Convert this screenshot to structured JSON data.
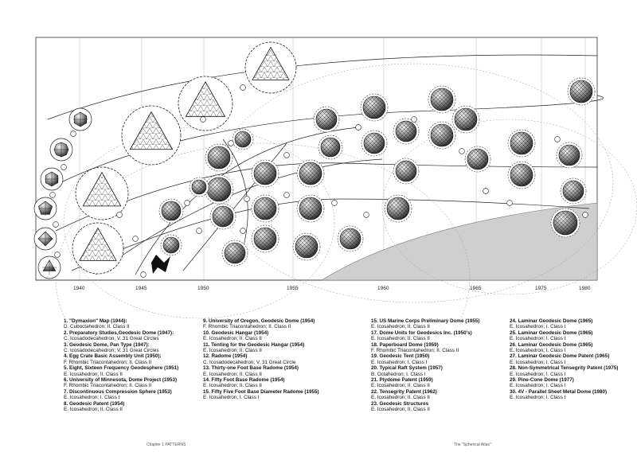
{
  "years": [
    "1940",
    "1945",
    "1950",
    "1955",
    "1960",
    "1965",
    "1975",
    "1980"
  ],
  "legend": {
    "columns": [
      [
        {
          "title": "1. \"Dymaxion\" Map (1944):",
          "sub": "D. Cuboctahedron; II. Class II"
        },
        {
          "title": "2. Preparatory Studies,Geodesic Dome (1947):",
          "sub": "C. Icosadodecahedron; V. 31 Great Circles"
        },
        {
          "title": "3. Geodesic Dome, Pan Type (1947):",
          "sub": "C. Icosadodecahedron; V. 31 Great Circles"
        },
        {
          "title": "4. Egg Crate Basic Assembly Unit (1950):",
          "sub": "F. Rhombic Triacontahedron; II. Class II"
        },
        {
          "title": "5. Eight, Sixteen Frequency Geodesphere (1951)",
          "sub": "E. Icosahedron; II. Class II"
        },
        {
          "title": "6. University of Minnesota, Dome Project (1953)",
          "sub": "F. Rhombic Triacontahedron; II. Class II"
        },
        {
          "title": "7. Discontinuous Compression Sphere (1953)",
          "sub": "E. Icosahedron; I. Class I"
        },
        {
          "title": "8. Geodesic Patent (1954)",
          "sub": "E. Icosahedron; II. Class II"
        }
      ],
      [
        {
          "title": "9. University of Oregon, Geodesic Dome (1954)",
          "sub": "F. Rhombic Triacontahedron; II. Class II"
        },
        {
          "title": "10. Geodesic Hangar (1954)",
          "sub": "E. Icosahedron; II. Class II"
        },
        {
          "title": "11. Tenting for the Geodesic Hangar (1954)",
          "sub": "E. Icosahedron; II. Class II"
        },
        {
          "title": "12. Radome (1954)",
          "sub": "C. Icosadodecahedron; V. 31 Great Circle"
        },
        {
          "title": "13. Thirty-one Foot Base Radome (1954)",
          "sub": "E. Icosahedron; II. Class II"
        },
        {
          "title": "14. Fifty Foot Base Radome (1954)",
          "sub": "E. Icosahedron; II. Class II"
        },
        {
          "title": "15. Fifty Five Foot Base Diameter Radome (1955)",
          "sub": "E. Icosahedron; I. Class I"
        }
      ],
      [
        {
          "title": "15. US Marine Corps Preliminary Dome (1955)",
          "sub": "E. Icosahedron; II. Class II"
        },
        {
          "title": "17. Dome Units for Geodesics Inc. (1950's)",
          "sub": "E. Icosahedron; II. Class II"
        },
        {
          "title": "18. Paperboard Dome (1959)",
          "sub": "F. Rhombic Triacontahedron; II. Class II"
        },
        {
          "title": "19. Geodesic Tent (1950)",
          "sub": "E. Icosahedron; I. Class I"
        },
        {
          "title": "20. Typical Raft System (1957)",
          "sub": "B. Octahedron; I. Class I"
        },
        {
          "title": "21. Plydome Patent (1959)",
          "sub": "E. Icosahedron; II. Class II"
        },
        {
          "title": "22. Tensegrity Patent (1962)",
          "sub": "E. Icosahedron; II. Class II"
        },
        {
          "title": "23. Geodesic Structures",
          "sub": "E. Icosahedron; II. Class II"
        }
      ],
      [
        {
          "title": "24. Laminar Geodesic Dome (1965)",
          "sub": "E. Icosahedron; I. Class I"
        },
        {
          "title": "25. Laminar Geodesic Dome (1965)",
          "sub": "E. Icosahedron; I. Class I"
        },
        {
          "title": "26. Laminar Geodesic Dome (1965)",
          "sub": "E. Icosahedron; I. Class I"
        },
        {
          "title": "27. Laminar Geodesic Dome Patent (1965)",
          "sub": "E. Icosahedron; I. Class I"
        },
        {
          "title": "28. Non-Symmetrical Tensegrity Patent (1975)",
          "sub": "E. Icosahedron; I. Class I"
        },
        {
          "title": "29. Pine-Cone Dome (1977)",
          "sub": "E. Icosahedron; I. Class I"
        },
        {
          "title": "30. 4V - Parallel Sheet Metal Dome (1980)",
          "sub": "E. Icosahedron; I. Class I"
        }
      ]
    ]
  },
  "footer": {
    "left": "Chapter 1 PATTERNS",
    "right": "The \"Spherical Atlas\""
  }
}
